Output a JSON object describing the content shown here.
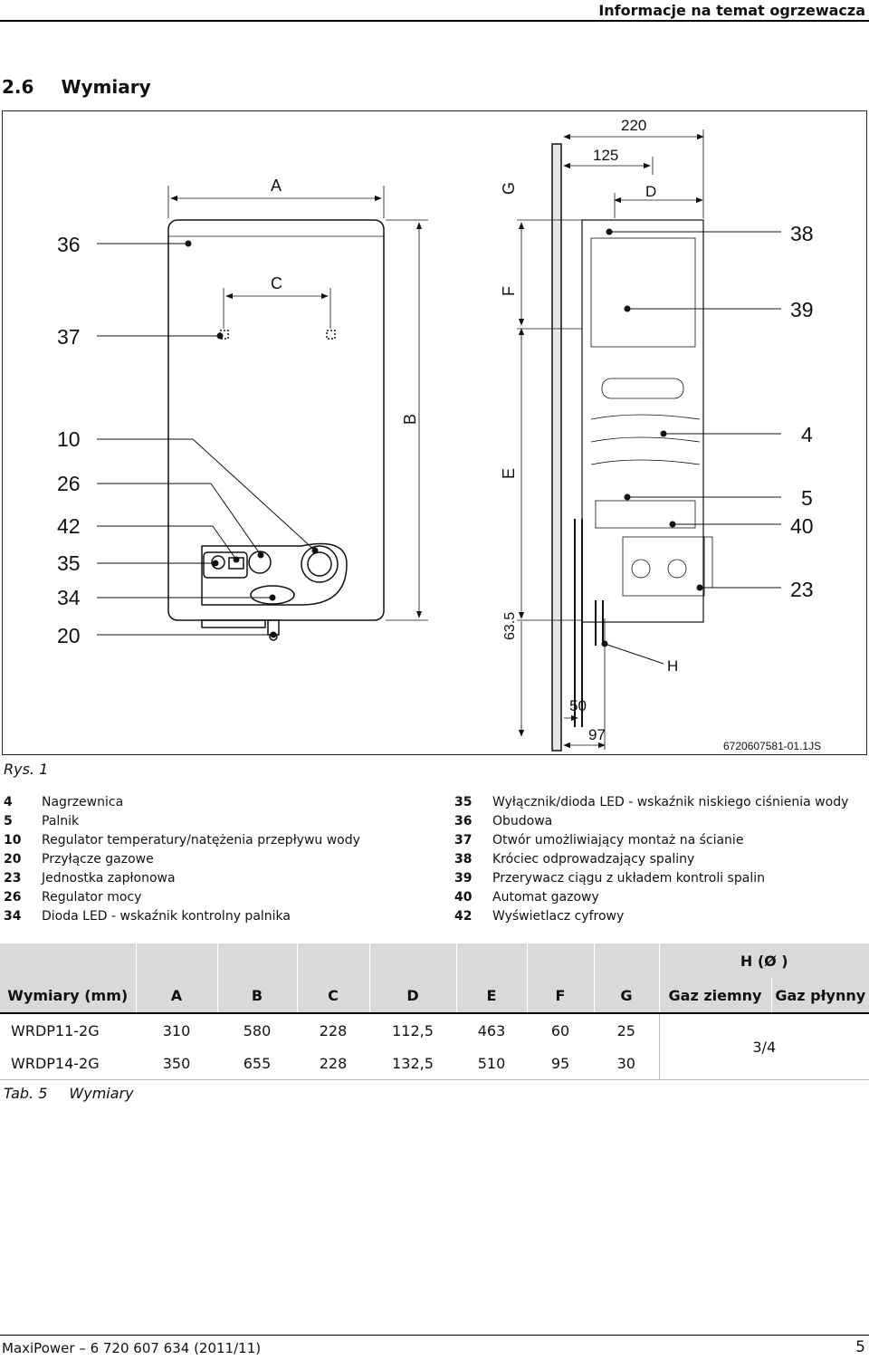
{
  "header": {
    "title": "Informacje na temat ogrzewacza"
  },
  "section": {
    "number": "2.6",
    "title": "Wymiary"
  },
  "figure": {
    "code": "6720607581-01.1JS",
    "dims": {
      "A": "A",
      "B": "B",
      "C": "C",
      "D": "D",
      "E": "E",
      "F": "F",
      "G": "G",
      "H": "H",
      "d220": "220",
      "d125": "125",
      "d50": "50",
      "d97": "97",
      "d635": "63.5"
    },
    "left_callouts": [
      "36",
      "37",
      "10",
      "26",
      "42",
      "35",
      "34",
      "20"
    ],
    "right_callouts": [
      "38",
      "39",
      "4",
      "5",
      "40",
      "23"
    ],
    "caption": "Rys. 1"
  },
  "legend": {
    "left": [
      {
        "k": "4",
        "v": "Nagrzewnica"
      },
      {
        "k": "5",
        "v": "Palnik"
      },
      {
        "k": "10",
        "v": "Regulator temperatury/natężenia przepływu wody"
      },
      {
        "k": "20",
        "v": "Przyłącze gazowe"
      },
      {
        "k": "23",
        "v": "Jednostka zapłonowa"
      },
      {
        "k": "26",
        "v": "Regulator mocy"
      },
      {
        "k": "34",
        "v": "Dioda LED - wskaźnik kontrolny palnika"
      }
    ],
    "right": [
      {
        "k": "35",
        "v": "Wyłącznik/dioda LED - wskaźnik niskiego ciśnienia wody"
      },
      {
        "k": "36",
        "v": "Obudowa"
      },
      {
        "k": "37",
        "v": "Otwór umożliwiający montaż na ścianie"
      },
      {
        "k": "38",
        "v": "Króciec odprowadzający spaliny"
      },
      {
        "k": "39",
        "v": "Przerywacz ciągu z układem kontroli spalin"
      },
      {
        "k": "40",
        "v": "Automat gazowy"
      },
      {
        "k": "42",
        "v": "Wyświetlacz cyfrowy"
      }
    ]
  },
  "table": {
    "h_group": "H (Ø )",
    "headers": [
      "Wymiary (mm)",
      "A",
      "B",
      "C",
      "D",
      "E",
      "F",
      "G",
      "Gaz ziemny",
      "Gaz płynny"
    ],
    "rows": [
      [
        "WRDP11-2G",
        "310",
        "580",
        "228",
        "112,5",
        "463",
        "60",
        "25"
      ],
      [
        "WRDP14-2G",
        "350",
        "655",
        "228",
        "132,5",
        "510",
        "95",
        "30"
      ]
    ],
    "h_value": "3/4",
    "caption_num": "Tab. 5",
    "caption_text": "Wymiary"
  },
  "footer": {
    "left": "MaxiPower – 6 720 607 634 (2011/11)",
    "page": "5"
  }
}
